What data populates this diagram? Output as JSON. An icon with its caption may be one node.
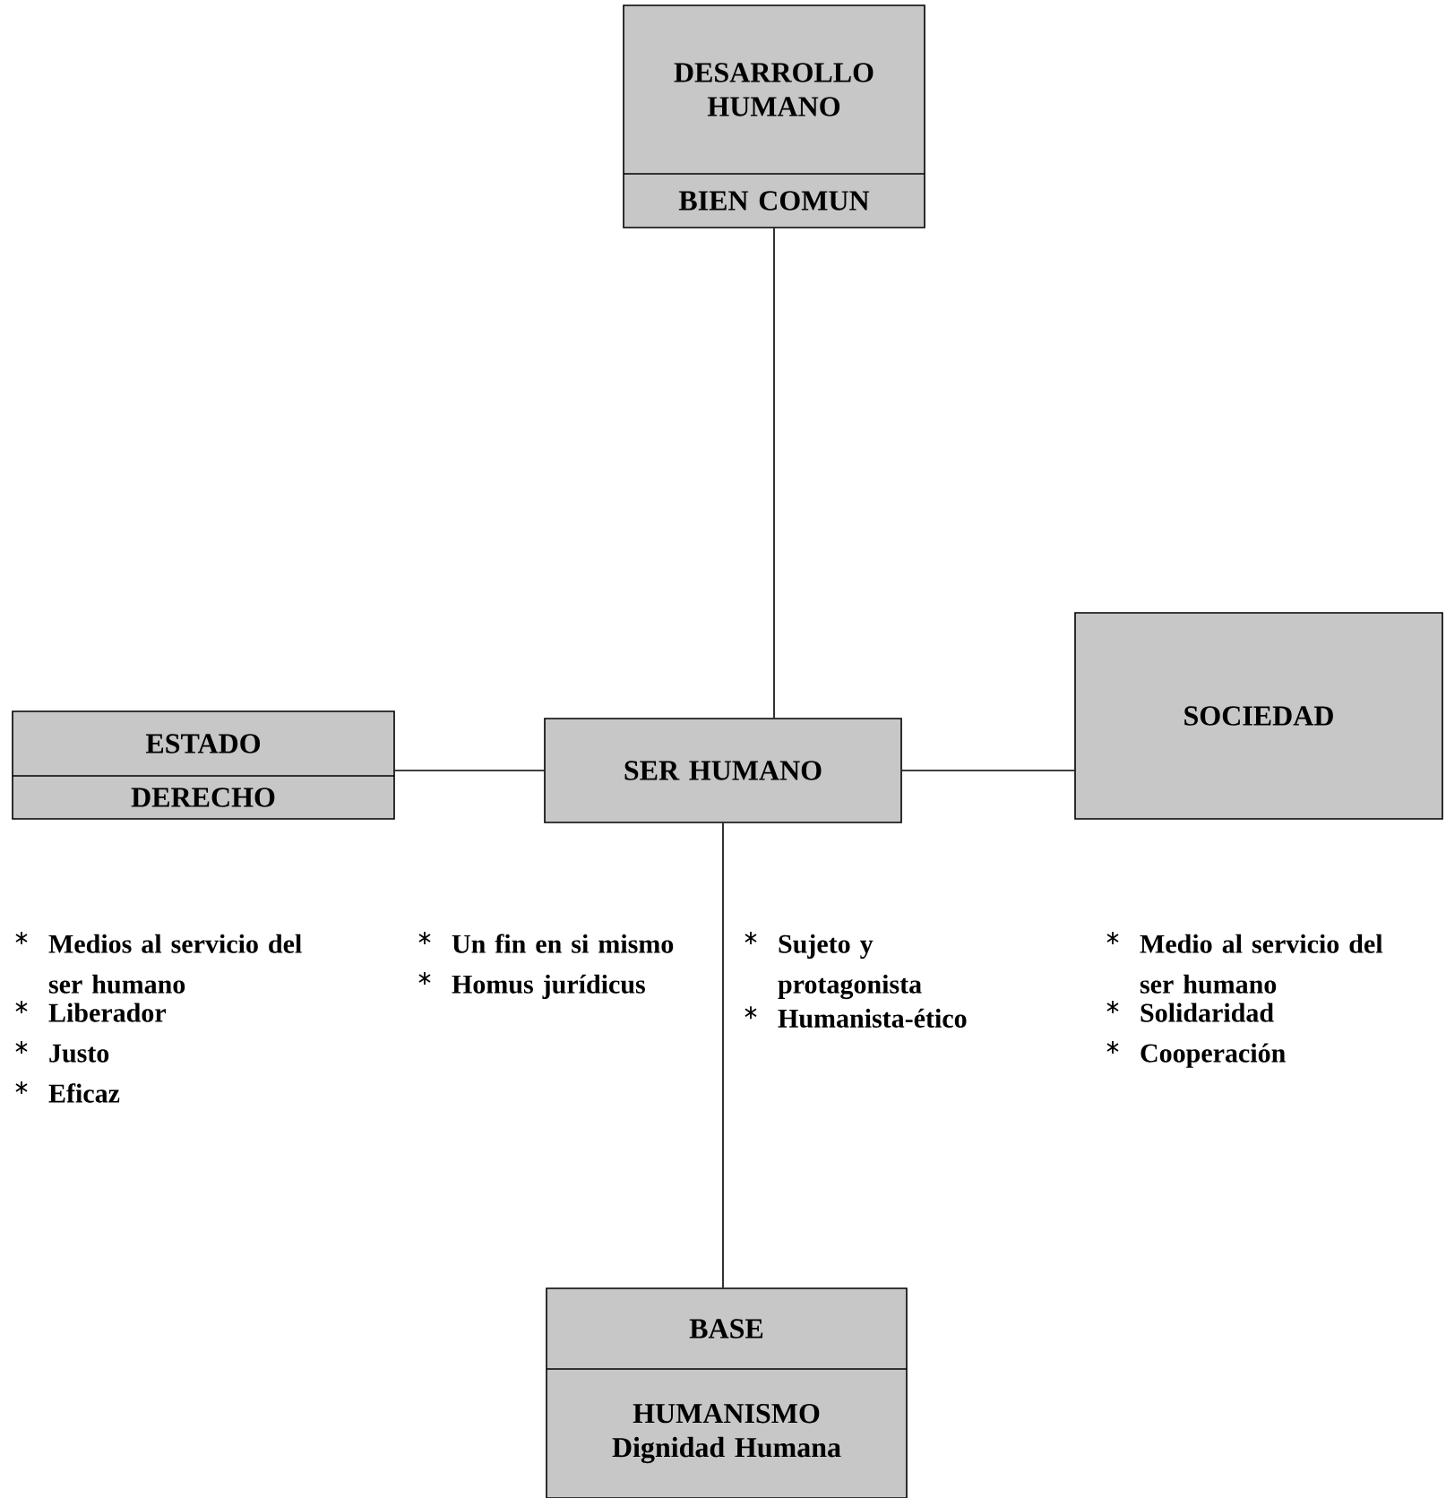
{
  "diagram": {
    "nodes": [
      {
        "text": [
          "DESARROLLO HUMANO",
          "BIEN COMUN"
        ]
      },
      {
        "text": [
          "ESTADO",
          "DERECHO"
        ]
      },
      {
        "text": [
          "SER HUMANO"
        ]
      },
      {
        "text": [
          "SOCIEDAD"
        ]
      },
      {
        "text": [
          "BASE",
          "HUMANISMO Dignidad Humana"
        ]
      }
    ],
    "edges": [
      {
        "from": 0,
        "to": 2,
        "arrow": "none"
      },
      {
        "from": 1,
        "to": 2,
        "arrow": "none"
      },
      {
        "from": 2,
        "to": 3,
        "arrow": "none"
      },
      {
        "from": 2,
        "to": 4,
        "arrow": "none"
      }
    ],
    "labels": [
      "Medios al servicio del ser humano",
      "Liberador",
      "Justo",
      "Eficaz",
      "Un fin en si mismo",
      "Homus jurídicus",
      "Sujeto y protagonista",
      "Humanista-ético",
      "Medio al servicio del ser humano",
      "Solidaridad",
      "Cooperación"
    ]
  }
}
